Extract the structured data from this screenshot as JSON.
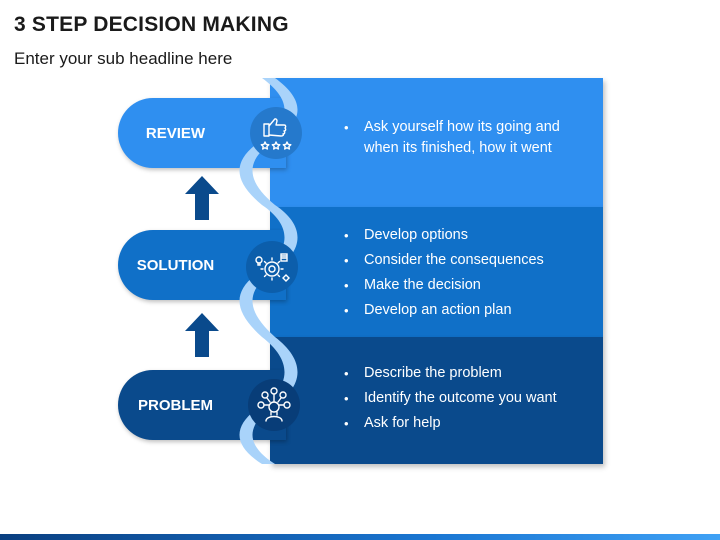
{
  "header": {
    "title": "3 STEP DECISION MAKING",
    "subtitle": "Enter your sub headline here"
  },
  "steps": [
    {
      "label": "REVIEW",
      "icon": "thumbs-up-rating-icon",
      "color": "#2f8ff0",
      "bullets": [
        "Ask yourself how its going and when its finished, how it went"
      ]
    },
    {
      "label": "SOLUTION",
      "icon": "brainstorm-ideas-icon",
      "color": "#1070c8",
      "bullets": [
        "Develop options",
        "Consider the consequences",
        "Make the decision",
        "Develop an action plan"
      ]
    },
    {
      "label": "PROBLEM",
      "icon": "thinking-person-icon",
      "color": "#0a4a8c",
      "bullets": [
        "Describe the problem",
        "Identify the outcome you want",
        "Ask for help"
      ]
    }
  ],
  "colors": {
    "wave": "#a9d3fa",
    "arrow": "#0a4a8c"
  }
}
